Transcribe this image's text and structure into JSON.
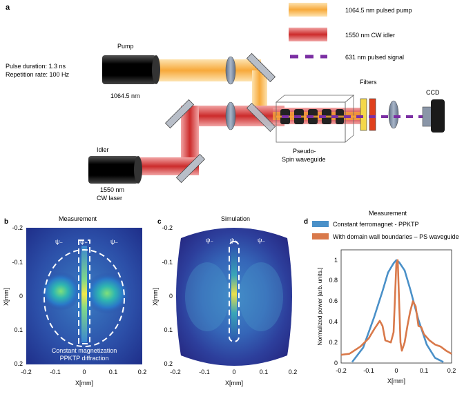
{
  "panel_a": {
    "label": "a",
    "legend": [
      {
        "text": "1064.5 nm pulsed pump",
        "color": "#f7a93a"
      },
      {
        "text": "1550 nm CW idler",
        "color": "#d32f2f"
      },
      {
        "text": "631 nm pulsed signal",
        "color": "#7b2fa3"
      }
    ],
    "pump": {
      "title": "Pump",
      "line1": "Pulse duration: 1.3 ns",
      "line2": "Repetition rate: 100 Hz",
      "wavelength": "1064.5 nm"
    },
    "idler": {
      "title": "Idler",
      "line1": "1550 nm",
      "line2": "CW laser"
    },
    "filters": "Filters",
    "ccd": "CCD",
    "waveguide_line1": "Pseudo-",
    "waveguide_line2": "Spin waveguide"
  },
  "panel_b": {
    "label": "b",
    "title": "Measurement",
    "psi_minus": "ψ₋",
    "psi_plus": "ψ₊",
    "caption1": "Constant magnetization",
    "caption2": "PPKTP diffraction",
    "xlabel": "X[mm]",
    "ylabel": "X[mm]",
    "xticks": [
      "-0.2",
      "-0.1",
      "0",
      "0.1",
      "0.2"
    ],
    "yticks": [
      "-0.2",
      "-0.1",
      "0",
      "0.1",
      "0.2"
    ]
  },
  "panel_c": {
    "label": "c",
    "title": "Simulation",
    "psi_minus": "ψ₋",
    "psi_plus": "ψ₊",
    "xlabel": "X[mm]",
    "ylabel": "X[mm]",
    "xticks": [
      "-0.2",
      "-0.1",
      "0",
      "0.1",
      "0.2"
    ],
    "yticks": [
      "-0.2",
      "-0.1",
      "0",
      "0.1",
      "0.2"
    ]
  },
  "panel_d": {
    "label": "d",
    "title": "Measurement",
    "xlabel": "X[mm]",
    "ylabel": "Normalized power [arb. units.]",
    "xticks": [
      "-0.2",
      "-0.1",
      "0",
      "0.1",
      "0.2"
    ],
    "yticks": [
      "0",
      "0.2",
      "0.4",
      "0.6",
      "0.8",
      "1"
    ]
  },
  "chart_data": {
    "type": "line",
    "title": "Measurement",
    "xlabel": "X[mm]",
    "ylabel": "Normalized power [arb. units.]",
    "xlim": [
      -0.2,
      0.2
    ],
    "ylim": [
      0,
      1.1
    ],
    "legend": "top",
    "series": [
      {
        "name": "Constant ferromagnet - PPKTP",
        "color": "#4a90c8",
        "x": [
          -0.16,
          -0.12,
          -0.08,
          -0.05,
          -0.03,
          -0.01,
          0.0,
          0.01,
          0.03,
          0.05,
          0.08,
          0.11,
          0.14,
          0.17
        ],
        "y": [
          0.01,
          0.15,
          0.45,
          0.7,
          0.88,
          0.97,
          1.0,
          0.98,
          0.9,
          0.72,
          0.42,
          0.18,
          0.05,
          0.01
        ]
      },
      {
        "name": "With domain wall boundaries – PS waveguide",
        "color": "#d9794a",
        "x": [
          -0.2,
          -0.17,
          -0.13,
          -0.1,
          -0.08,
          -0.06,
          -0.05,
          -0.04,
          -0.02,
          -0.01,
          0.0,
          0.005,
          0.01,
          0.015,
          0.02,
          0.03,
          0.04,
          0.05,
          0.06,
          0.07,
          0.08,
          0.09,
          0.1,
          0.12,
          0.14,
          0.16,
          0.18,
          0.2
        ],
        "y": [
          0.08,
          0.09,
          0.16,
          0.24,
          0.33,
          0.41,
          0.36,
          0.22,
          0.2,
          0.3,
          0.97,
          1.0,
          0.6,
          0.2,
          0.12,
          0.2,
          0.36,
          0.5,
          0.6,
          0.55,
          0.36,
          0.35,
          0.28,
          0.22,
          0.18,
          0.16,
          0.12,
          0.09
        ]
      }
    ]
  }
}
